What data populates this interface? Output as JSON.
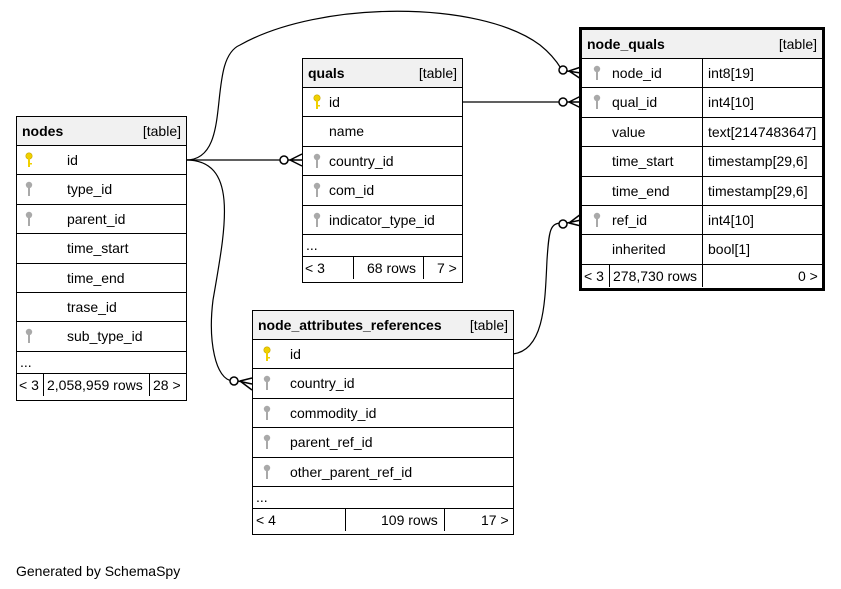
{
  "tables": {
    "nodes": {
      "name": "nodes",
      "type_label": "[table]",
      "columns": [
        "id",
        "type_id",
        "parent_id",
        "time_start",
        "time_end",
        "trase_id",
        "sub_type_id"
      ],
      "ellipsis": "...",
      "footer": {
        "left": "< 3",
        "rows": "2,058,959 rows",
        "right": "28 >"
      }
    },
    "quals": {
      "name": "quals",
      "type_label": "[table]",
      "columns": [
        "id",
        "name",
        "country_id",
        "com_id",
        "indicator_type_id"
      ],
      "ellipsis": "...",
      "footer": {
        "left": "< 3",
        "rows": "68 rows",
        "right": "7 >"
      }
    },
    "node_quals": {
      "name": "node_quals",
      "type_label": "[table]",
      "columns": [
        "node_id",
        "qual_id",
        "value",
        "time_start",
        "time_end",
        "ref_id",
        "inherited"
      ],
      "types": [
        "int8[19]",
        "int4[10]",
        "text[2147483647]",
        "timestamp[29,6]",
        "timestamp[29,6]",
        "int4[10]",
        "bool[1]"
      ],
      "footer": {
        "left": "< 3",
        "rows": "278,730 rows",
        "right": "0 >"
      }
    },
    "node_attributes_references": {
      "name": "node_attributes_references",
      "type_label": "[table]",
      "columns": [
        "id",
        "country_id",
        "commodity_id",
        "parent_ref_id",
        "other_parent_ref_id"
      ],
      "ellipsis": "...",
      "footer": {
        "left": "< 4",
        "rows": "109 rows",
        "right": "17 >"
      }
    }
  },
  "key_colors": {
    "primary": "#f0d000",
    "foreign": "#a9a9a9"
  },
  "credit": "Generated by SchemaSpy"
}
